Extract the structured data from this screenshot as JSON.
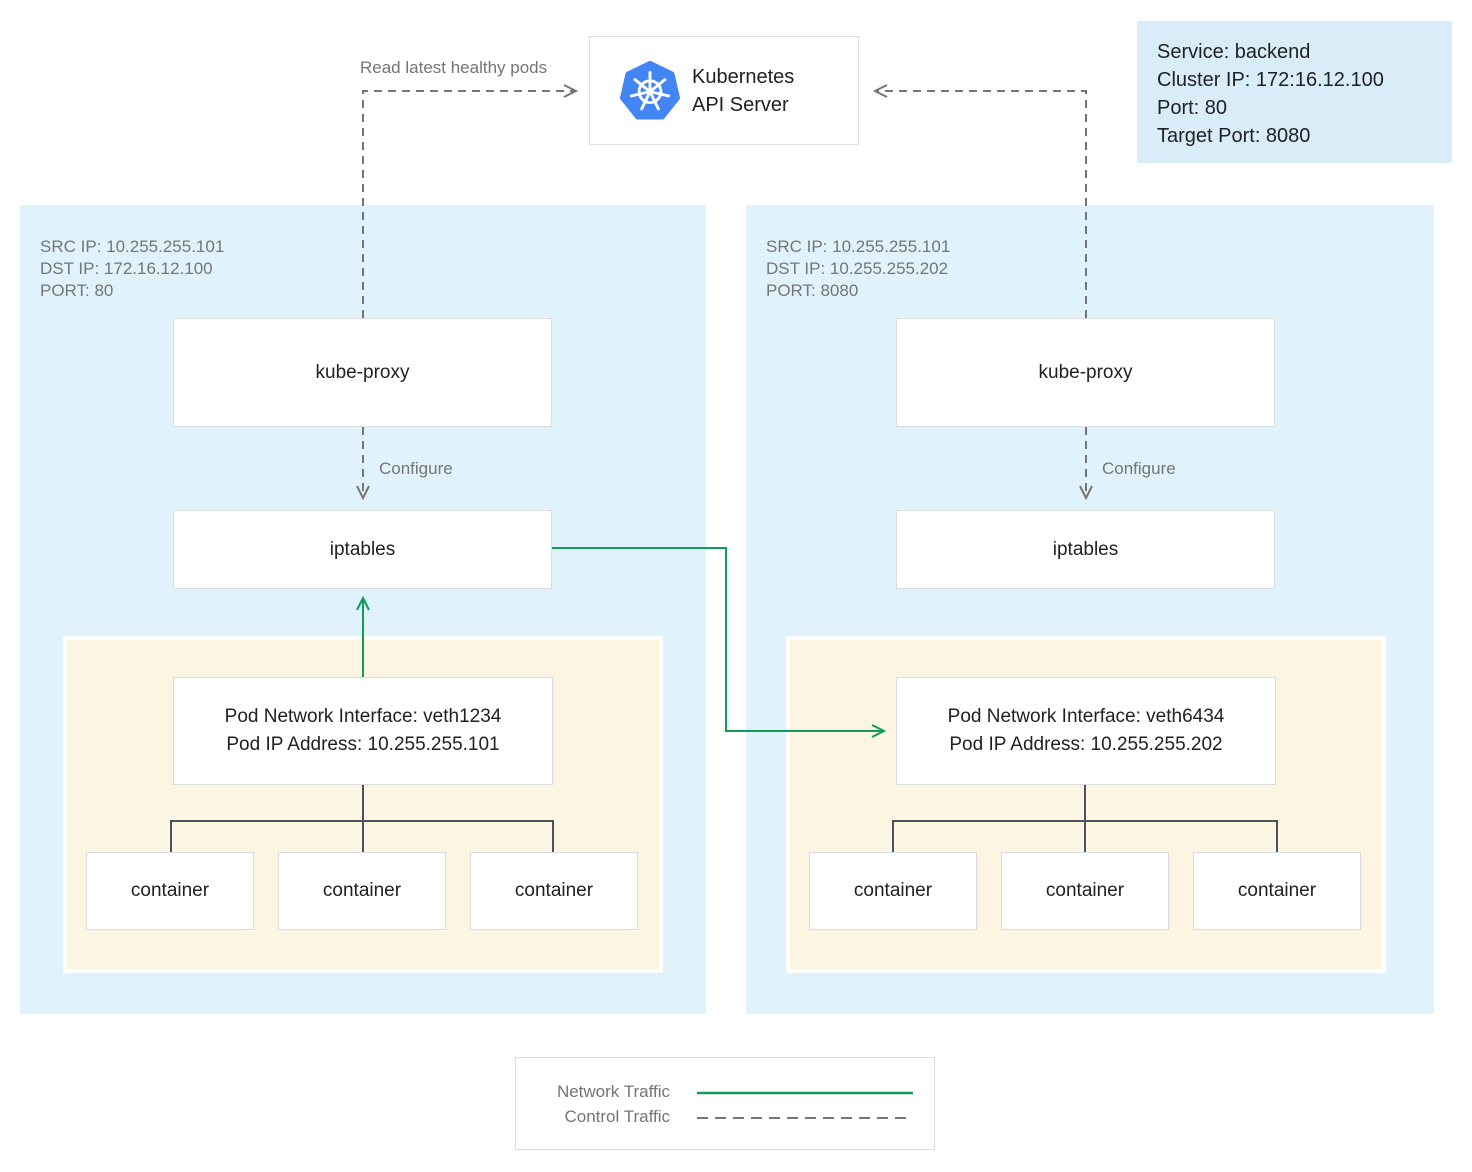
{
  "colors": {
    "node_bg": "#e0f3fc",
    "pod_bg": "#fcf5e1",
    "info_bg": "#d9edf8",
    "network_green": "#0f9d58",
    "control_gray": "#757575",
    "box_border": "#d9dce0",
    "text_dark": "#202124",
    "text_gray": "#757575",
    "k8s_blue": "#4285f4",
    "connector_dark": "#4a545b"
  },
  "api_server": {
    "icon": "kubernetes-helm-icon",
    "label_line1": "Kubernetes",
    "label_line2": "API Server"
  },
  "service_info": {
    "line1": "Service: backend",
    "line2": "Cluster IP: 172:16.12.100",
    "line3": "Port: 80",
    "line4": "Target Port: 8080"
  },
  "edges": {
    "read_pods_label": "Read latest healthy pods",
    "configure_left_label": "Configure",
    "configure_right_label": "Configure"
  },
  "node_left": {
    "meta_line1": "SRC IP: 10.255.255.101",
    "meta_line2": "DST IP: 172.16.12.100",
    "meta_line3": "PORT: 80",
    "kube_proxy_label": "kube-proxy",
    "iptables_label": "iptables",
    "pod": {
      "interface_line1": "Pod Network Interface: veth1234",
      "interface_line2": "Pod IP Address: 10.255.255.101",
      "containers": [
        "container",
        "container",
        "container"
      ]
    }
  },
  "node_right": {
    "meta_line1": "SRC IP: 10.255.255.101",
    "meta_line2": "DST IP: 10.255.255.202",
    "meta_line3": "PORT: 8080",
    "kube_proxy_label": "kube-proxy",
    "iptables_label": "iptables",
    "pod": {
      "interface_line1": "Pod Network Interface: veth6434",
      "interface_line2": "Pod IP Address: 10.255.255.202",
      "containers": [
        "container",
        "container",
        "container"
      ]
    }
  },
  "legend": {
    "network_label": "Network Traffic",
    "control_label": "Control Traffic"
  }
}
